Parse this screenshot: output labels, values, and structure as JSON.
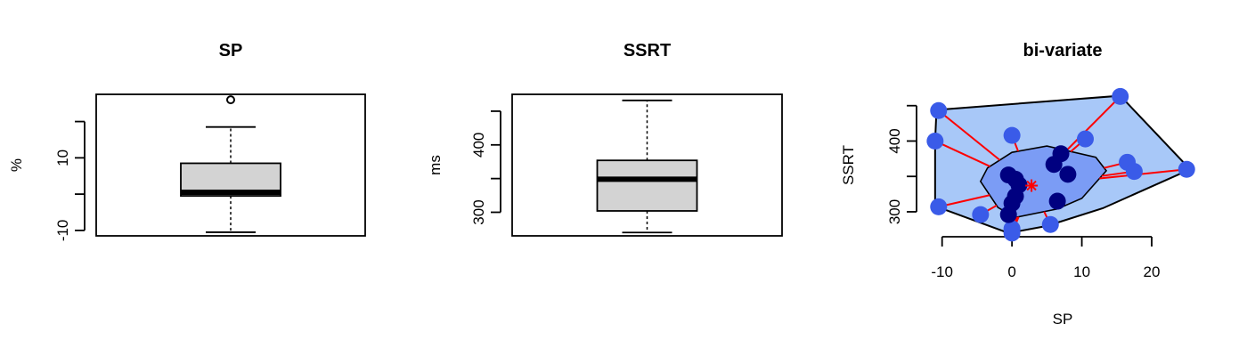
{
  "chart_data": [
    {
      "type": "boxplot",
      "title": "SP",
      "ylabel": "%",
      "ylim": [
        -11.5,
        27.5
      ],
      "yticks": [
        -10,
        10
      ],
      "ytick_marks": [
        -10,
        0,
        10,
        20
      ],
      "box": {
        "whisker_low": -10.5,
        "q1": -0.5,
        "median": 0.5,
        "q3": 8.5,
        "whisker_high": 18.5
      },
      "outliers": [
        26
      ]
    },
    {
      "type": "boxplot",
      "title": "SSRT",
      "ylabel": "ms",
      "ylim": [
        265,
        475
      ],
      "yticks": [
        300,
        400
      ],
      "ytick_marks": [
        300,
        350,
        400,
        450
      ],
      "box": {
        "whisker_low": 270,
        "q1": 302,
        "median": 349,
        "q3": 377,
        "whisker_high": 466
      },
      "outliers": []
    },
    {
      "type": "scatter",
      "subtype": "bagplot",
      "title": "bi-variate",
      "xlabel": "SP",
      "ylabel": "SSRT",
      "xlim": [
        -12,
        26.5
      ],
      "ylim": [
        266,
        466
      ],
      "xticks": [
        -10,
        0,
        10,
        20
      ],
      "yticks": [
        300,
        400
      ],
      "ytick_marks": [
        300,
        350,
        400,
        450
      ],
      "center": [
        2.8,
        337
      ],
      "bag": [
        [
          -4.5,
          343
        ],
        [
          -2,
          306
        ],
        [
          0.5,
          292
        ],
        [
          6.5,
          304
        ],
        [
          10,
          319
        ],
        [
          13.5,
          358
        ],
        [
          12,
          377
        ],
        [
          5,
          393
        ],
        [
          0,
          384
        ],
        [
          -3.5,
          362
        ]
      ],
      "loop": [
        [
          -10.8,
          444
        ],
        [
          15.5,
          464
        ],
        [
          25.5,
          360
        ],
        [
          13,
          305
        ],
        [
          5,
          280
        ],
        [
          -0.5,
          270
        ],
        [
          -11,
          308
        ],
        [
          -11,
          400
        ]
      ],
      "inner_points": [
        [
          -0.5,
          352
        ],
        [
          0.5,
          346
        ],
        [
          1,
          338
        ],
        [
          0.5,
          322
        ],
        [
          0,
          312
        ],
        [
          -0.5,
          296
        ],
        [
          7,
          382
        ],
        [
          6,
          367
        ],
        [
          8,
          353
        ],
        [
          6.5,
          315
        ]
      ],
      "outer_points": [
        [
          -10.5,
          443
        ],
        [
          -11,
          400
        ],
        [
          -10.5,
          307
        ],
        [
          -4.5,
          296
        ],
        [
          0,
          276
        ],
        [
          0,
          270
        ],
        [
          5.5,
          282
        ],
        [
          0,
          408
        ],
        [
          10.5,
          403
        ],
        [
          15.5,
          463
        ],
        [
          16.5,
          370
        ],
        [
          17.5,
          357
        ],
        [
          25,
          360
        ]
      ],
      "colors": {
        "loop_fill": "#a8c8f8",
        "bag_fill": "#7b9cf5",
        "outer_point": "#3a5be8",
        "inner_point": "#000080",
        "whisker": "#ff0000",
        "center": "#ff0000"
      }
    }
  ]
}
